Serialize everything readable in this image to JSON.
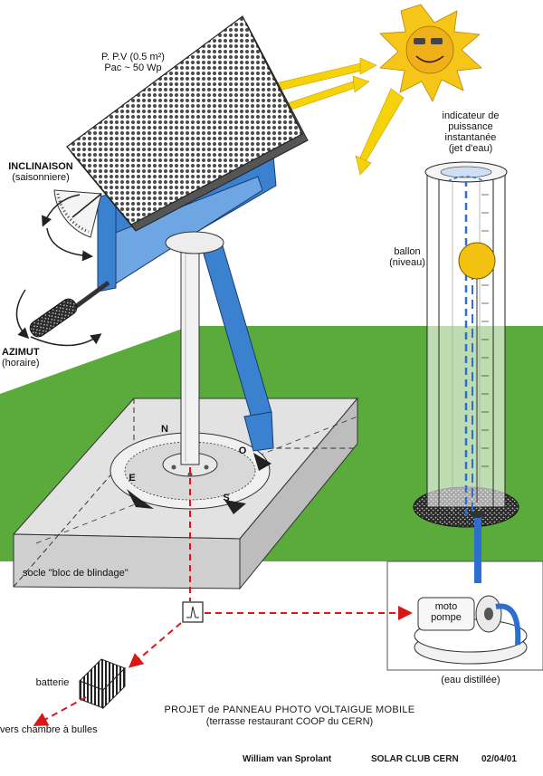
{
  "labels": {
    "panel_line1": "P. P.V (0.5 m²)",
    "panel_line2": "Pac ~ 50 Wp",
    "inclinaison_title": "INCLINAISON",
    "inclinaison_sub": "(saisonniere)",
    "azimut_title": "AZIMUT",
    "azimut_sub": "(horaire)",
    "indicateur_line1": "indicateur de",
    "indicateur_line2": "puissance",
    "indicateur_line3": "instantanée",
    "indicateur_line4": "(jet d'eau)",
    "ballon_line1": "ballon",
    "ballon_line2": "(niveau)",
    "socle": "socle \"bloc de blindage\"",
    "moto_line1": "moto",
    "moto_line2": "pompe",
    "eau": "(eau distillée)",
    "batterie": "batterie",
    "chambre": "vers chambre à bulles",
    "compass_n": "N",
    "compass_o": "O",
    "compass_e": "E",
    "compass_s": "S"
  },
  "caption": {
    "line1": "PROJET de PANNEAU PHOTO VOLTAIGUE MOBILE",
    "line2": "(terrasse restaurant COOP du CERN)"
  },
  "footer": {
    "author": "William van Sprolant",
    "club": "SOLAR CLUB CERN",
    "date": "02/04/01"
  },
  "colors": {
    "grass": "#5aaa3c",
    "frame_blue": "#3a82d0",
    "sun": "#f5c518",
    "sun_face": "#f0a820",
    "water_blue": "#2d6fd0",
    "concrete": "#d6d6d6",
    "wire_red": "#d81818",
    "ball": "#f2c20f"
  }
}
